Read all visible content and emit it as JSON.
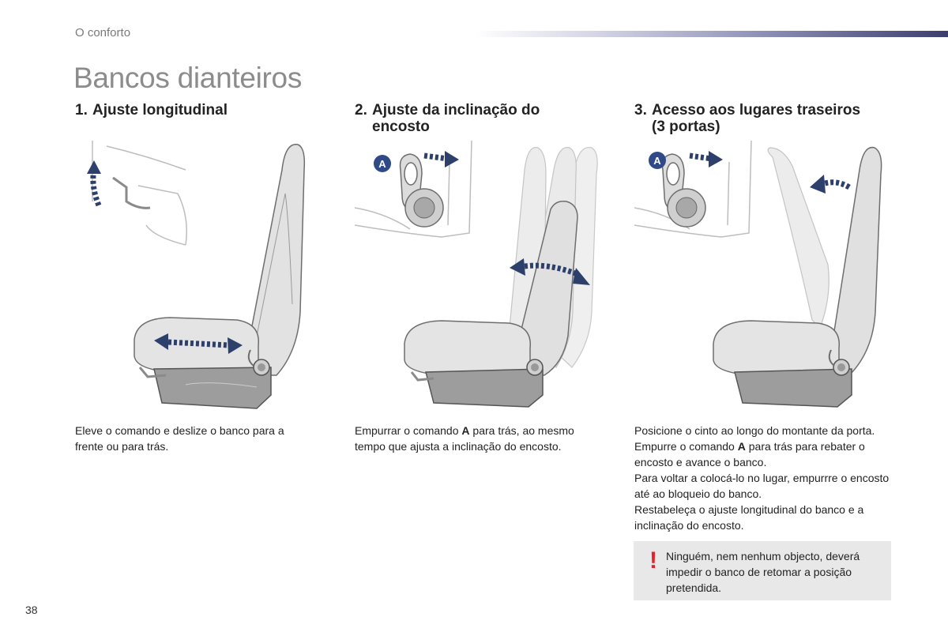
{
  "header": {
    "section": "O conforto",
    "page_title": "Bancos dianteiros"
  },
  "columns": [
    {
      "number": "1.",
      "heading_line1": "Ajuste longitudinal",
      "heading_line2": "",
      "text": "Eleve o comando e deslize o banco para a frente ou para trás."
    },
    {
      "number": "2.",
      "heading_line1": "Ajuste da inclinação do",
      "heading_line2": "encosto",
      "text_before": "Empurrar o comando ",
      "text_bold": "A",
      "text_after": " para trás, ao mesmo tempo que ajusta a inclinação do encosto.",
      "callout": "A"
    },
    {
      "number": "3.",
      "heading_line1": "Acesso aos lugares traseiros",
      "heading_line2": "(3 portas)",
      "p1": "Posicione o cinto ao longo do montante da porta.",
      "p2_before": "Empurre o comando ",
      "p2_bold": "A",
      "p2_after": " para trás para rebater o encosto e avance o banco.",
      "p3": "Para voltar a colocá-lo no lugar, empurrre o encosto até ao bloqueio do banco.",
      "p4": "Restabeleça o ajuste longitudinal do banco e a inclinação do encosto.",
      "callout": "A"
    }
  ],
  "warning": {
    "mark": "!",
    "text": "Ninguém, nem nenhum objecto, deverá impedir o banco de retomar a posição pretendida."
  },
  "footer": {
    "page_number": "38"
  },
  "colors": {
    "arrow": "#2d3f6b",
    "seat": "#e2e2e2",
    "outline": "#6e6e6e",
    "callout": "#2f4a86",
    "warning": "#e8202a"
  }
}
